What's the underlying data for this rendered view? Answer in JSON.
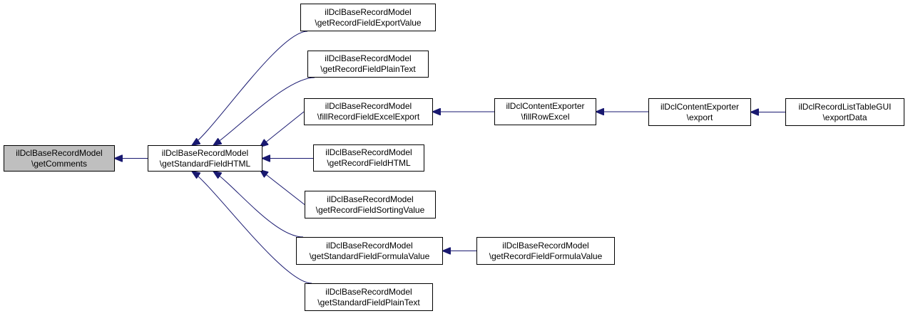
{
  "graph": {
    "colors": {
      "edge": "#191970",
      "root_fill": "#bfbfbf",
      "node_fill": "#ffffff",
      "border": "#000000"
    },
    "nodes": {
      "getComments": {
        "line1": "ilDclBaseRecordModel",
        "line2": "\\getComments"
      },
      "getStandardFieldHTML": {
        "line1": "ilDclBaseRecordModel",
        "line2": "\\getStandardFieldHTML"
      },
      "getRecordFieldExportValue": {
        "line1": "ilDclBaseRecordModel",
        "line2": "\\getRecordFieldExportValue"
      },
      "getRecordFieldPlainText": {
        "line1": "ilDclBaseRecordModel",
        "line2": "\\getRecordFieldPlainText"
      },
      "fillRecordFieldExcelExport": {
        "line1": "ilDclBaseRecordModel",
        "line2": "\\fillRecordFieldExcelExport"
      },
      "getRecordFieldHTML": {
        "line1": "ilDclBaseRecordModel",
        "line2": "\\getRecordFieldHTML"
      },
      "getRecordFieldSortingValue": {
        "line1": "ilDclBaseRecordModel",
        "line2": "\\getRecordFieldSortingValue"
      },
      "getStandardFieldFormulaValue": {
        "line1": "ilDclBaseRecordModel",
        "line2": "\\getStandardFieldFormulaValue"
      },
      "getStandardFieldPlainText": {
        "line1": "ilDclBaseRecordModel",
        "line2": "\\getStandardFieldPlainText"
      },
      "fillRowExcel": {
        "line1": "ilDclContentExporter",
        "line2": "\\fillRowExcel"
      },
      "export": {
        "line1": "ilDclContentExporter",
        "line2": "\\export"
      },
      "exportData": {
        "line1": "ilDclRecordListTableGUI",
        "line2": "\\exportData"
      },
      "getRecordFieldFormulaValue": {
        "line1": "ilDclBaseRecordModel",
        "line2": "\\getRecordFieldFormulaValue"
      }
    },
    "edges": [
      {
        "from": "getStandardFieldHTML",
        "to": "getComments"
      },
      {
        "from": "getRecordFieldExportValue",
        "to": "getStandardFieldHTML"
      },
      {
        "from": "getRecordFieldPlainText",
        "to": "getStandardFieldHTML"
      },
      {
        "from": "fillRecordFieldExcelExport",
        "to": "getStandardFieldHTML"
      },
      {
        "from": "getRecordFieldHTML",
        "to": "getStandardFieldHTML"
      },
      {
        "from": "getRecordFieldSortingValue",
        "to": "getStandardFieldHTML"
      },
      {
        "from": "getStandardFieldFormulaValue",
        "to": "getStandardFieldHTML"
      },
      {
        "from": "getStandardFieldPlainText",
        "to": "getStandardFieldHTML"
      },
      {
        "from": "fillRowExcel",
        "to": "fillRecordFieldExcelExport"
      },
      {
        "from": "export",
        "to": "fillRowExcel"
      },
      {
        "from": "exportData",
        "to": "export"
      },
      {
        "from": "getRecordFieldFormulaValue",
        "to": "getStandardFieldFormulaValue"
      }
    ]
  }
}
